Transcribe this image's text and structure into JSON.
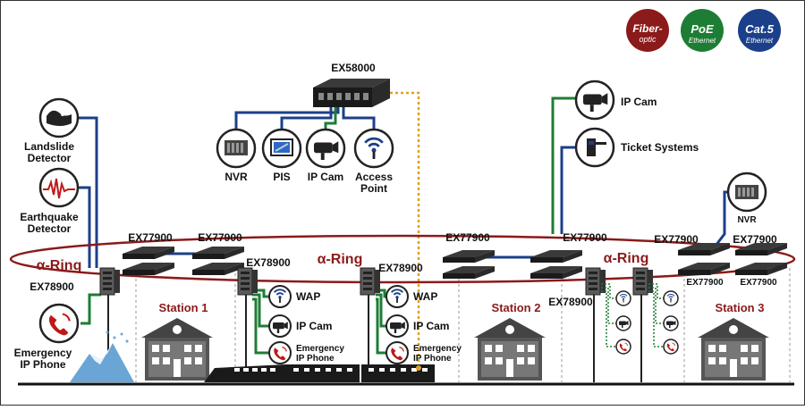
{
  "legend": {
    "fiber": {
      "line1": "Fiber-",
      "line2": "optic",
      "color": "#8b1a1a"
    },
    "poe": {
      "line1": "PoE",
      "line2": "Ethernet",
      "color": "#1e7d34"
    },
    "cat5": {
      "line1": "Cat.5",
      "line2": "Ethernet",
      "color": "#1c3f8a"
    }
  },
  "core": {
    "model": "EX58000"
  },
  "core_devices": {
    "nvr": "NVR",
    "pis": "PIS",
    "ipcam": "IP Cam",
    "ap_line1": "Access",
    "ap_line2": "Point"
  },
  "left": {
    "landslide_line1": "Landslide",
    "landslide_line2": "Detector",
    "earthquake_line1": "Earthquake",
    "earthquake_line2": "Detector",
    "switch_model": "EX78900",
    "phone_line1": "Emergency",
    "phone_line2": "IP Phone"
  },
  "ring": {
    "label": "α-Ring"
  },
  "switches": {
    "sw1": "EX77900",
    "sw2": "EX77900",
    "sw3": "EX78900",
    "sw4": "EX78900",
    "sw5": "EX77900",
    "sw6": "EX77900",
    "sw7": "EX77900",
    "sw8": "EX77900",
    "sw9": "EX77900",
    "sw10": "EX77900",
    "sw11": "EX78900"
  },
  "endpoints": {
    "wap": "WAP",
    "ipcam": "IP Cam",
    "phone_line1": "Emergency",
    "phone_line2": "IP Phone"
  },
  "right": {
    "ipcam": "IP Cam",
    "ticket": "Ticket Systems",
    "nvr": "NVR"
  },
  "stations": {
    "s1": "Station 1",
    "s2": "Station 2",
    "s3": "Station 3"
  },
  "colors": {
    "fiber": "#8b1a1a",
    "poe": "#1e7d34",
    "cat5": "#1c3f8a",
    "core_link": "#e0a020"
  }
}
